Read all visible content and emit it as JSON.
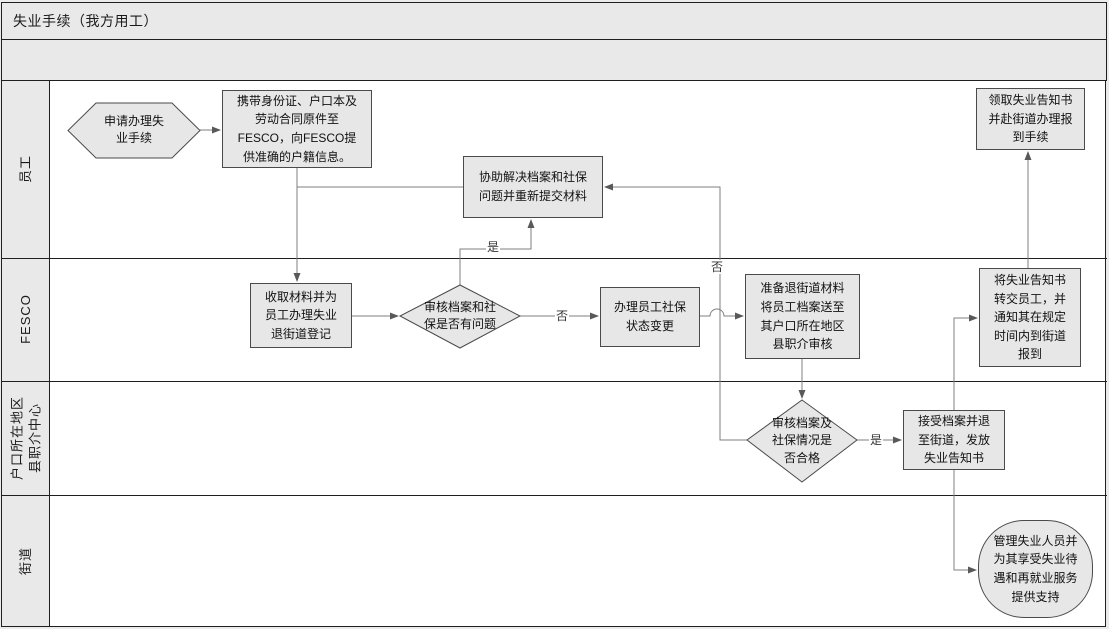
{
  "title": "失业手续（我方用工）",
  "lanes": {
    "employee": "员工",
    "fesco": "FESCO",
    "job_center": "户口所在地区\n县职介中心",
    "street": "街道"
  },
  "nodes": {
    "apply": "申请办理失业手续",
    "bring_documents": "携带身份证、户口本及劳动合同原件至FESCO，向FESCO提供准确的户籍信息。",
    "assist_resolve": "协助解决档案和社保问题并重新提交材料",
    "receive_notice": "领取失业告知书并赴街道办理报到手续",
    "collect_materials": "收取材料并为员工办理失业退街道登记",
    "review_problem": "审核档案和社保是否有问题",
    "change_status": "办理员工社保状态变更",
    "prepare_materials": "准备退街道材料将员工档案送至其户口所在地区县职介审核",
    "forward_notice": "将失业告知书转交员工，并通知其在规定时间内到街道报到",
    "review_qualified": "审核档案及社保情况是否合格",
    "accept_archive": "接受档案并退至街道，发放失业告知书",
    "manage_support": "管理失业人员并为其享受失业待遇和再就业服务提供支持"
  },
  "edge_labels": {
    "review_problem_yes": "是",
    "review_problem_no": "否",
    "review_qualified_no": "否",
    "review_qualified_yes": "是"
  },
  "colors": {
    "band_bg": "#e9e9e9",
    "lane_bg": "#ffffff",
    "frame": "#1f1f1f",
    "shape_fill": "#e7e7e7",
    "shape_border": "#4a4a4a",
    "connector": "#7f7f7f",
    "arrow": "#595959"
  }
}
